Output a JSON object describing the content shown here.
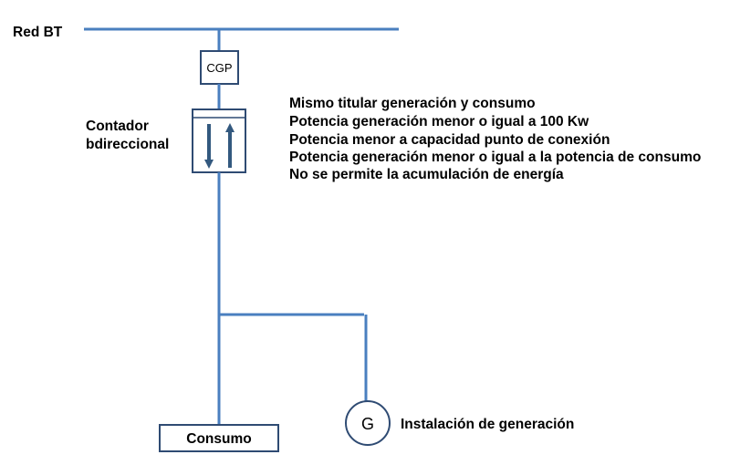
{
  "diagram": {
    "grid_label": "Red BT",
    "cgp_label": "CGP",
    "meter_label_line1": "Contador",
    "meter_label_line2": "bdireccional",
    "conditions": [
      "Mismo titular generación y consumo",
      "Potencia generación menor o igual a 100 Kw",
      "Potencia menor a capacidad punto de conexión",
      "Potencia generación menor o igual a la potencia de consumo",
      "No se permite la acumulación de energía"
    ],
    "consumption_label": "Consumo",
    "generator_symbol": "G",
    "generation_label": "Instalación de generación",
    "colors": {
      "line": "#4a7fbf",
      "box_border": "#2f4b73",
      "arrow": "#33597f",
      "text": "#000000"
    }
  }
}
